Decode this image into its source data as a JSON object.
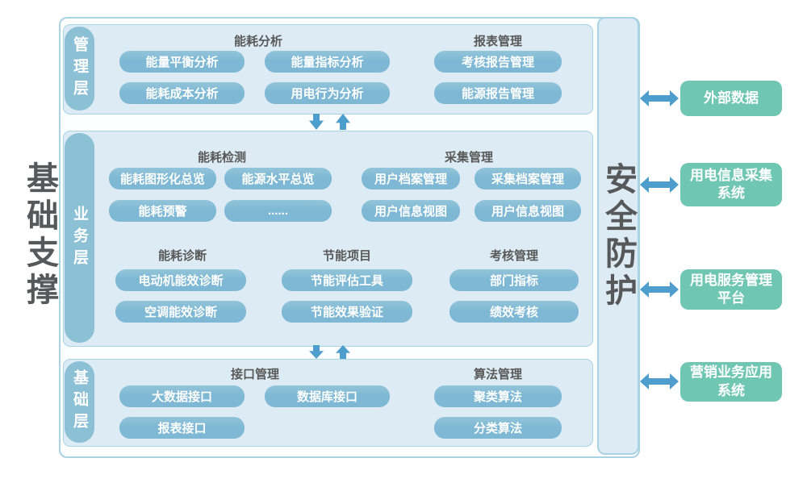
{
  "diagram": {
    "left_pillar": "基础支撑",
    "right_pillar": "安全防护",
    "layers": [
      {
        "label": "管理层",
        "sections": [
          {
            "title": "能耗分析",
            "items": [
              "能量平衡分析",
              "能量指标分析",
              "能耗成本分析",
              "用电行为分析"
            ]
          },
          {
            "title": "报表管理",
            "items": [
              "考核报告管理",
              "能源报告管理"
            ]
          }
        ]
      },
      {
        "label": "业务层",
        "sections": [
          {
            "title": "能耗检测",
            "items": [
              "能耗图形化总览",
              "能源水平总览",
              "能耗预警",
              "......"
            ]
          },
          {
            "title": "采集管理",
            "items": [
              "用户档案管理",
              "采集档案管理",
              "用户信息视图",
              "用户信息视图"
            ]
          },
          {
            "title": "能耗诊断",
            "items": [
              "电动机能效诊断",
              "空调能效诊断"
            ]
          },
          {
            "title": "节能项目",
            "items": [
              "节能评估工具",
              "节能效果验证"
            ]
          },
          {
            "title": "考核管理",
            "items": [
              "部门指标",
              "绩效考核"
            ]
          }
        ]
      },
      {
        "label": "基础层",
        "sections": [
          {
            "title": "接口管理",
            "items": [
              "大数据接口",
              "数据库接口",
              "报表接口"
            ]
          },
          {
            "title": "算法管理",
            "items": [
              "聚类算法",
              "分类算法"
            ]
          }
        ]
      }
    ],
    "external_systems": [
      {
        "label": "外部数据"
      },
      {
        "label": "用电信息采集\n系统"
      },
      {
        "label": "用电服务管理\n平台"
      },
      {
        "label": "营销业务应用\n系统"
      }
    ],
    "colors": {
      "button": "#7eb8d4",
      "pill": "#8cc0d5",
      "panel_fill": "#ddecf4",
      "panel_border": "#a9d2e3",
      "green": "#6fc6b2",
      "arrow": "#4d9dcd",
      "heading": "#595959",
      "pillar_text": "#57585a"
    }
  }
}
